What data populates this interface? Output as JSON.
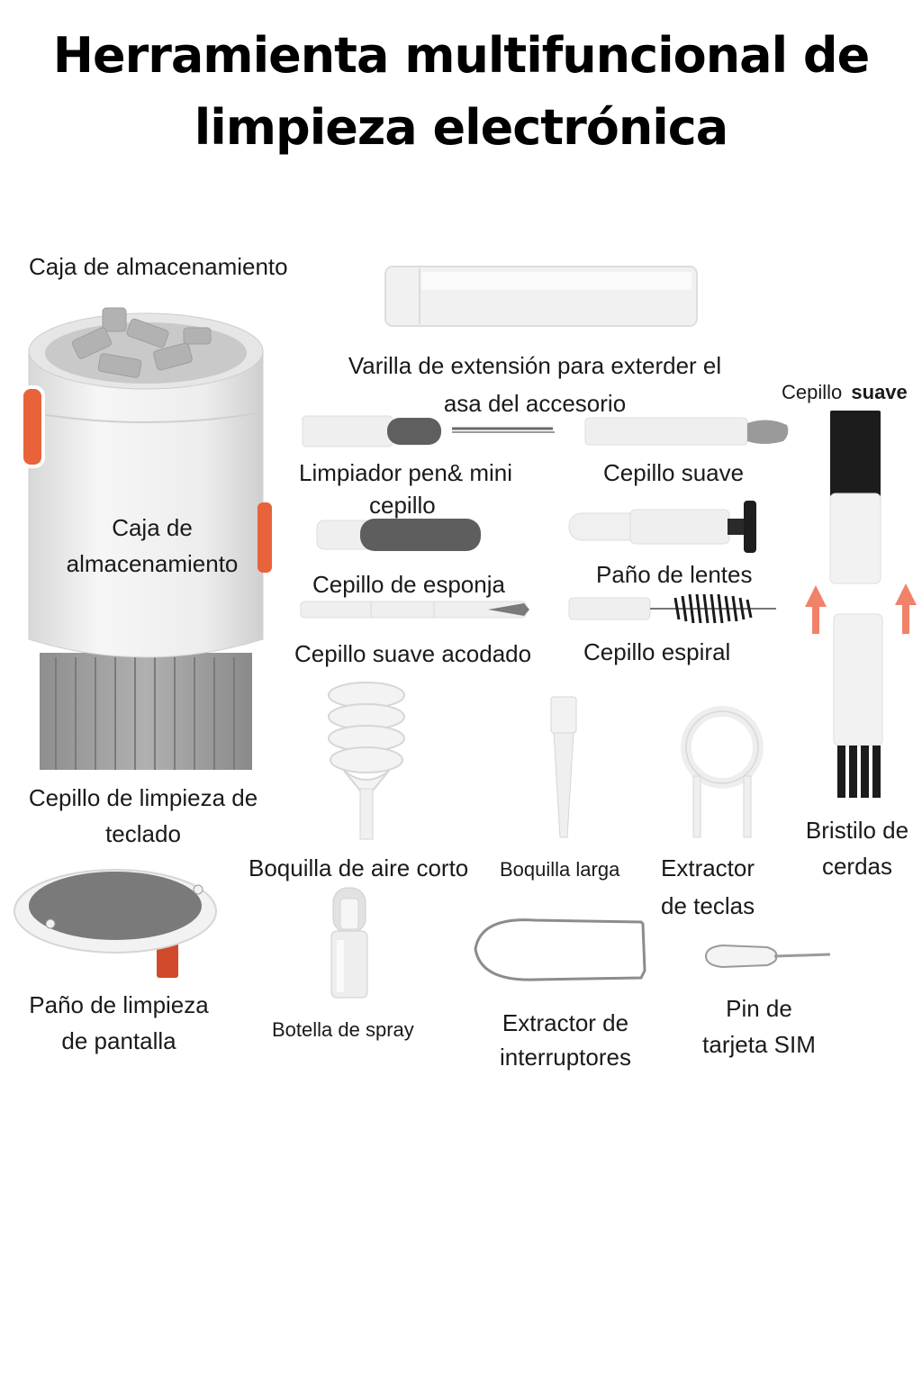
{
  "header": {
    "title_line1": "Herramienta multifuncional de",
    "title_line2": "limpieza electrónica"
  },
  "labels": {
    "storage_box_top": "Caja de almacenamiento",
    "storage_box_body_1": "Caja de",
    "storage_box_body_2": "almacenamiento",
    "extension_rod_1": "Varilla de extensión para exterder el",
    "extension_rod_2": "asa del accesorio",
    "soft_brush_side_1": "Cepillo",
    "soft_brush_side_2": "suave",
    "pen_cleaner_1": "Limpiador pen& mini",
    "pen_cleaner_2": "cepillo",
    "soft_brush": "Cepillo suave",
    "sponge_brush": "Cepillo de esponja",
    "lens_cloth": "Paño de lentes",
    "angled_brush": "Cepillo suave acodado",
    "spiral_brush": "Cepillo espiral",
    "keyboard_brush_1": "Cepillo de limpieza  de",
    "keyboard_brush_2": "teclado",
    "short_air_nozzle": "Boquilla de aire corto",
    "long_nozzle": "Boquilla larga",
    "keycap_puller_1": "Extractor",
    "keycap_puller_2": "de teclas",
    "bristle_pen_1": "Bristilo de",
    "bristle_pen_2": "cerdas",
    "screen_cloth_1": "Paño de limpieza",
    "screen_cloth_2": "de pantalla",
    "spray_bottle": "Botella de spray",
    "switch_puller_1": "Extractor de",
    "switch_puller_2": "interruptores",
    "sim_pin_1": "Pin de",
    "sim_pin_2": "tarjeta SIM"
  },
  "colors": {
    "accent_orange": "#e8633a",
    "arrow_red": "#f0826a",
    "body_white": "#f4f4f4",
    "bristle_gray": "#9a9a9a",
    "sponge_gray": "#5e5e5e"
  }
}
